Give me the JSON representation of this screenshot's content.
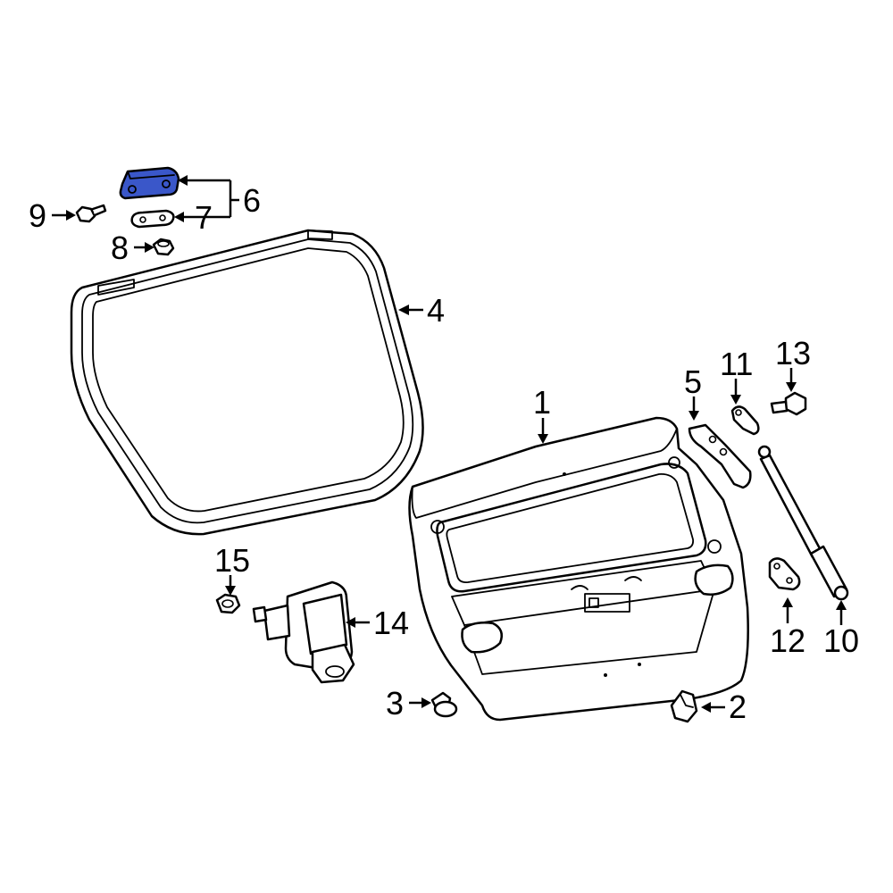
{
  "diagram": {
    "highlight_color": "#3a57c9",
    "line_color": "#000000",
    "background_color": "#ffffff",
    "callouts": [
      {
        "id": "1",
        "label": "1"
      },
      {
        "id": "2",
        "label": "2"
      },
      {
        "id": "3",
        "label": "3"
      },
      {
        "id": "4",
        "label": "4"
      },
      {
        "id": "5",
        "label": "5"
      },
      {
        "id": "6",
        "label": "6"
      },
      {
        "id": "7",
        "label": "7"
      },
      {
        "id": "8",
        "label": "8"
      },
      {
        "id": "9",
        "label": "9"
      },
      {
        "id": "10",
        "label": "10"
      },
      {
        "id": "11",
        "label": "11"
      },
      {
        "id": "12",
        "label": "12"
      },
      {
        "id": "13",
        "label": "13"
      },
      {
        "id": "14",
        "label": "14"
      },
      {
        "id": "15",
        "label": "15"
      }
    ],
    "highlighted_part": "6"
  }
}
